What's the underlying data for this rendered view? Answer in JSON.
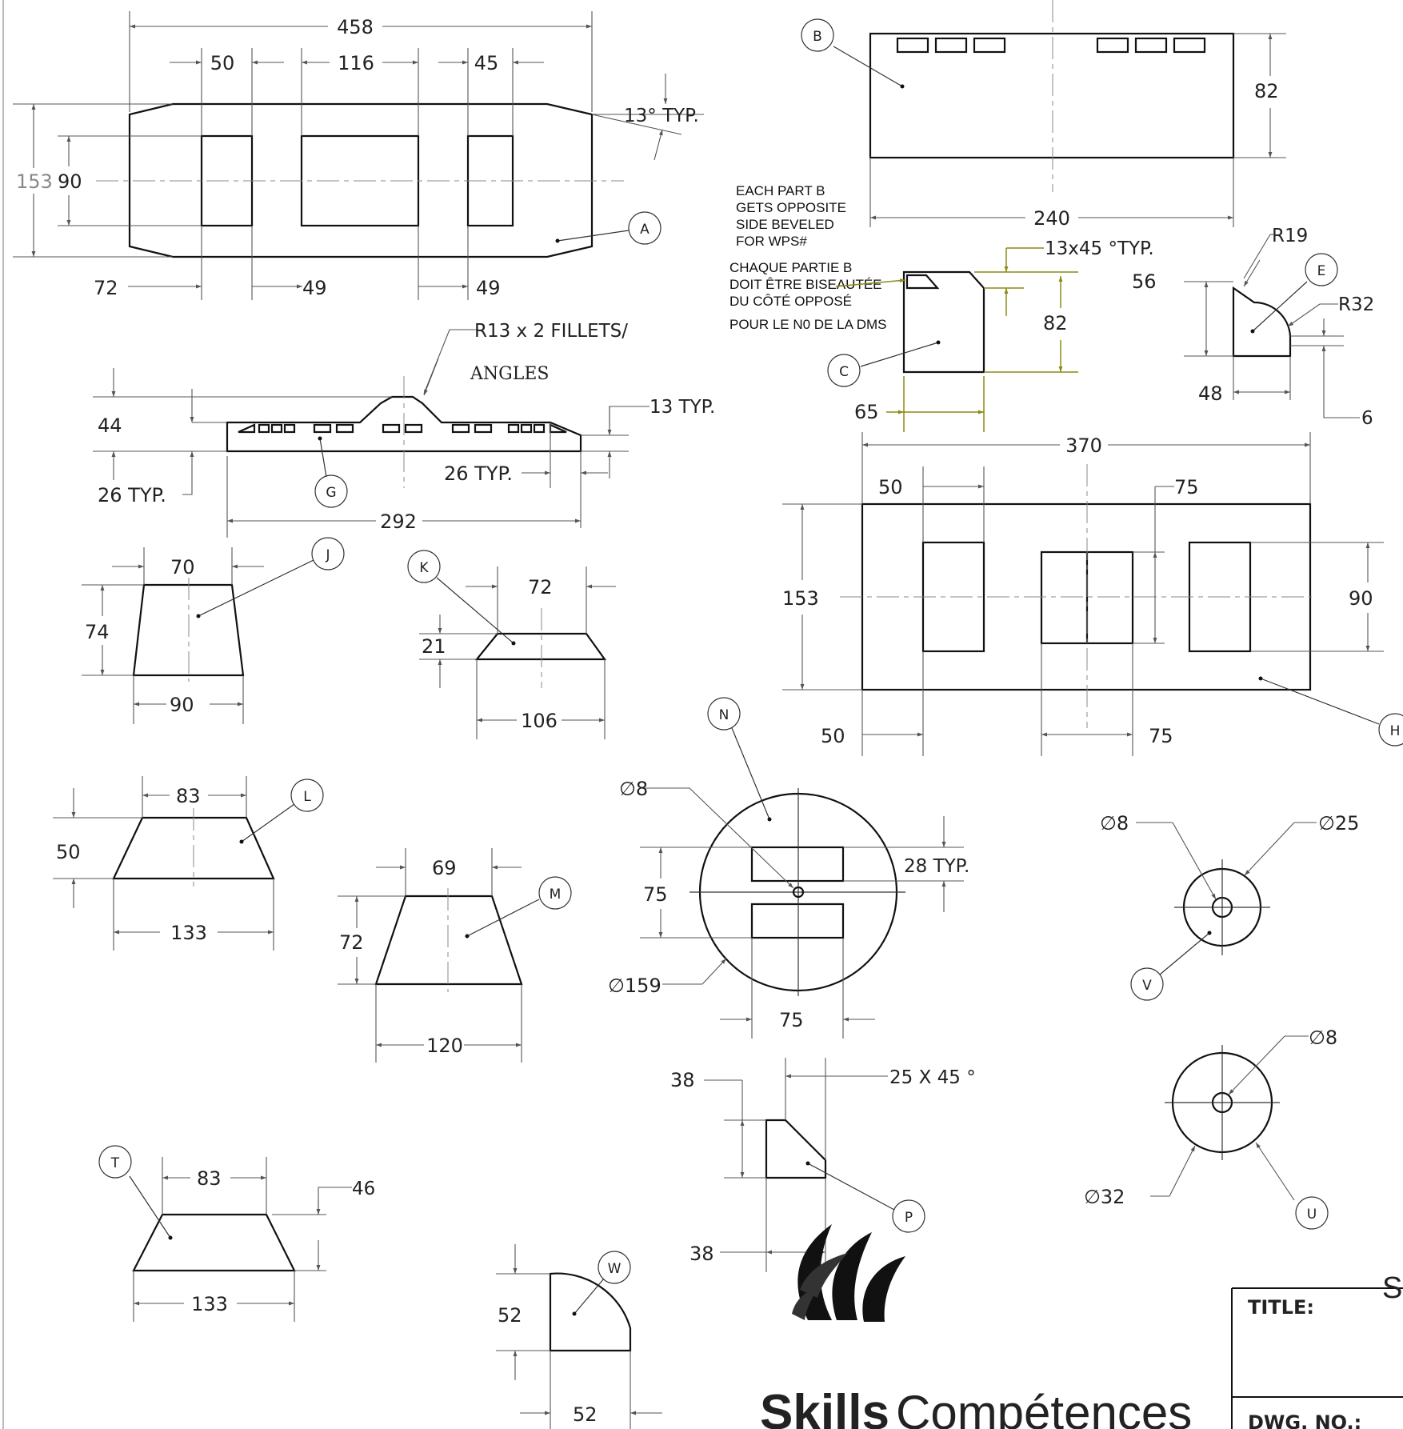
{
  "dimensions": {
    "a_overall_length": "458",
    "a_slot_left": "50",
    "a_slot_mid": "116",
    "a_slot_right": "45",
    "a_angle": "13° TYP.",
    "a_height_153": "153",
    "a_height_90": "90",
    "a_gap_72": "72",
    "a_gap_49a": "49",
    "a_gap_49b": "49",
    "b_height": "82",
    "b_length": "240",
    "c_chamfer": "13x45 °TYP.",
    "c_height": "82",
    "c_width": "65",
    "e_radius_small": "R19",
    "e_radius_large": "R32",
    "e_height": "56",
    "e_width": "48",
    "e_offset": "6",
    "g_fillets": "R13 x 2 FILLETS/",
    "g_angles": "ANGLES",
    "g_height": "44",
    "g_typ_13": "13 TYP.",
    "g_typ_26_left": "26 TYP.",
    "g_typ_26_right": "26 TYP.",
    "g_length": "292",
    "h_length": "370",
    "h_top_50": "50",
    "h_top_75": "75",
    "h_height_153": "153",
    "h_height_90": "90",
    "h_bottom_50": "50",
    "h_bottom_75": "75",
    "j_top": "70",
    "j_height": "74",
    "j_bottom": "90",
    "k_top": "72",
    "k_height": "21",
    "k_bottom": "106",
    "m_top": "83",
    "m_height": "50",
    "m_bottom": "133",
    "n_top": "69",
    "n_height": "72",
    "n_bottom": "120",
    "l_hole": "8",
    "l_typ": "28 TYP.",
    "l_height": "75",
    "l_width": "75",
    "l_dia": "159",
    "t_hole": "8",
    "t_dia": "25",
    "u_hole": "8",
    "u_dia": "32",
    "p_38_top": "38",
    "p_chamfer": "25 X 45 °",
    "p_38_bottom": "38",
    "v_top": "83",
    "v_height": "46",
    "v_bottom": "133",
    "w_height": "52",
    "w_width": "52"
  },
  "diameter_symbol": "∅",
  "callouts": [
    "A",
    "B",
    "C",
    "E",
    "G",
    "H",
    "J",
    "K",
    "L",
    "M",
    "N",
    "P",
    "T",
    "U",
    "V",
    "W"
  ],
  "notes": {
    "english": [
      "EACH PART B",
      "GETS OPPOSITE",
      "SIDE BEVELED",
      "FOR WPS#"
    ],
    "french": [
      "CHAQUE PARTIE B",
      "DOIT ÊTRE BISEAUTÉE",
      "DU CÔTÉ OPPOSÉ",
      "POUR LE N0 DE LA DMS"
    ]
  },
  "title_block": {
    "title_label": "TITLE:",
    "title_fragment": "S",
    "dwg_label": "DWG. NO.:"
  },
  "logo": {
    "word_a": "Skills",
    "word_b": "Compétences"
  },
  "colors": {
    "linework": "#111111",
    "dimension": "#555555",
    "highlight": "#8a8a14"
  }
}
